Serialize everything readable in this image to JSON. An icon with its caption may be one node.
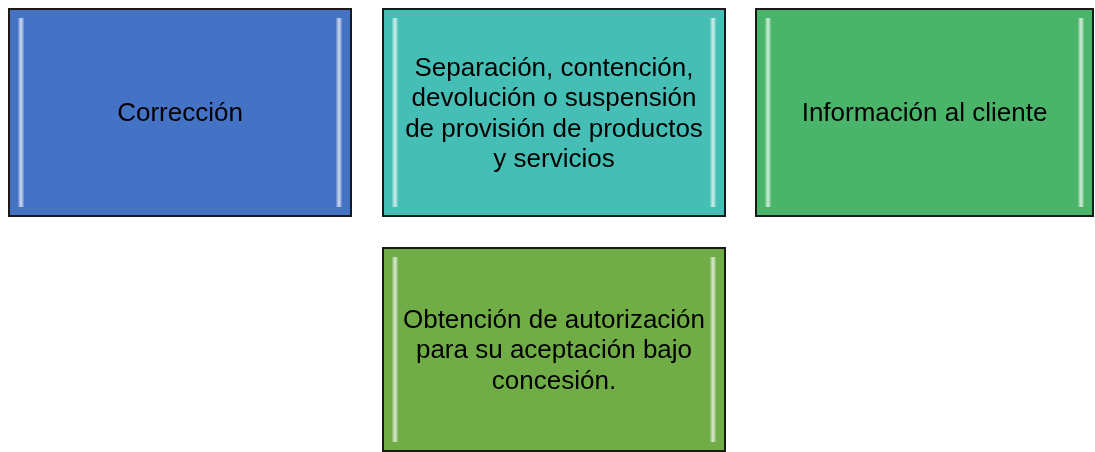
{
  "diagram": {
    "nodes": [
      {
        "text": [
          "Corrección"
        ]
      },
      {
        "text": [
          "Separación, contención, devolución o suspensión de provisión de productos y servicios"
        ]
      },
      {
        "text": [
          "Información al cliente"
        ]
      },
      {
        "text": [
          "Obtención de autorización para su aceptación bajo concesión."
        ]
      }
    ]
  }
}
